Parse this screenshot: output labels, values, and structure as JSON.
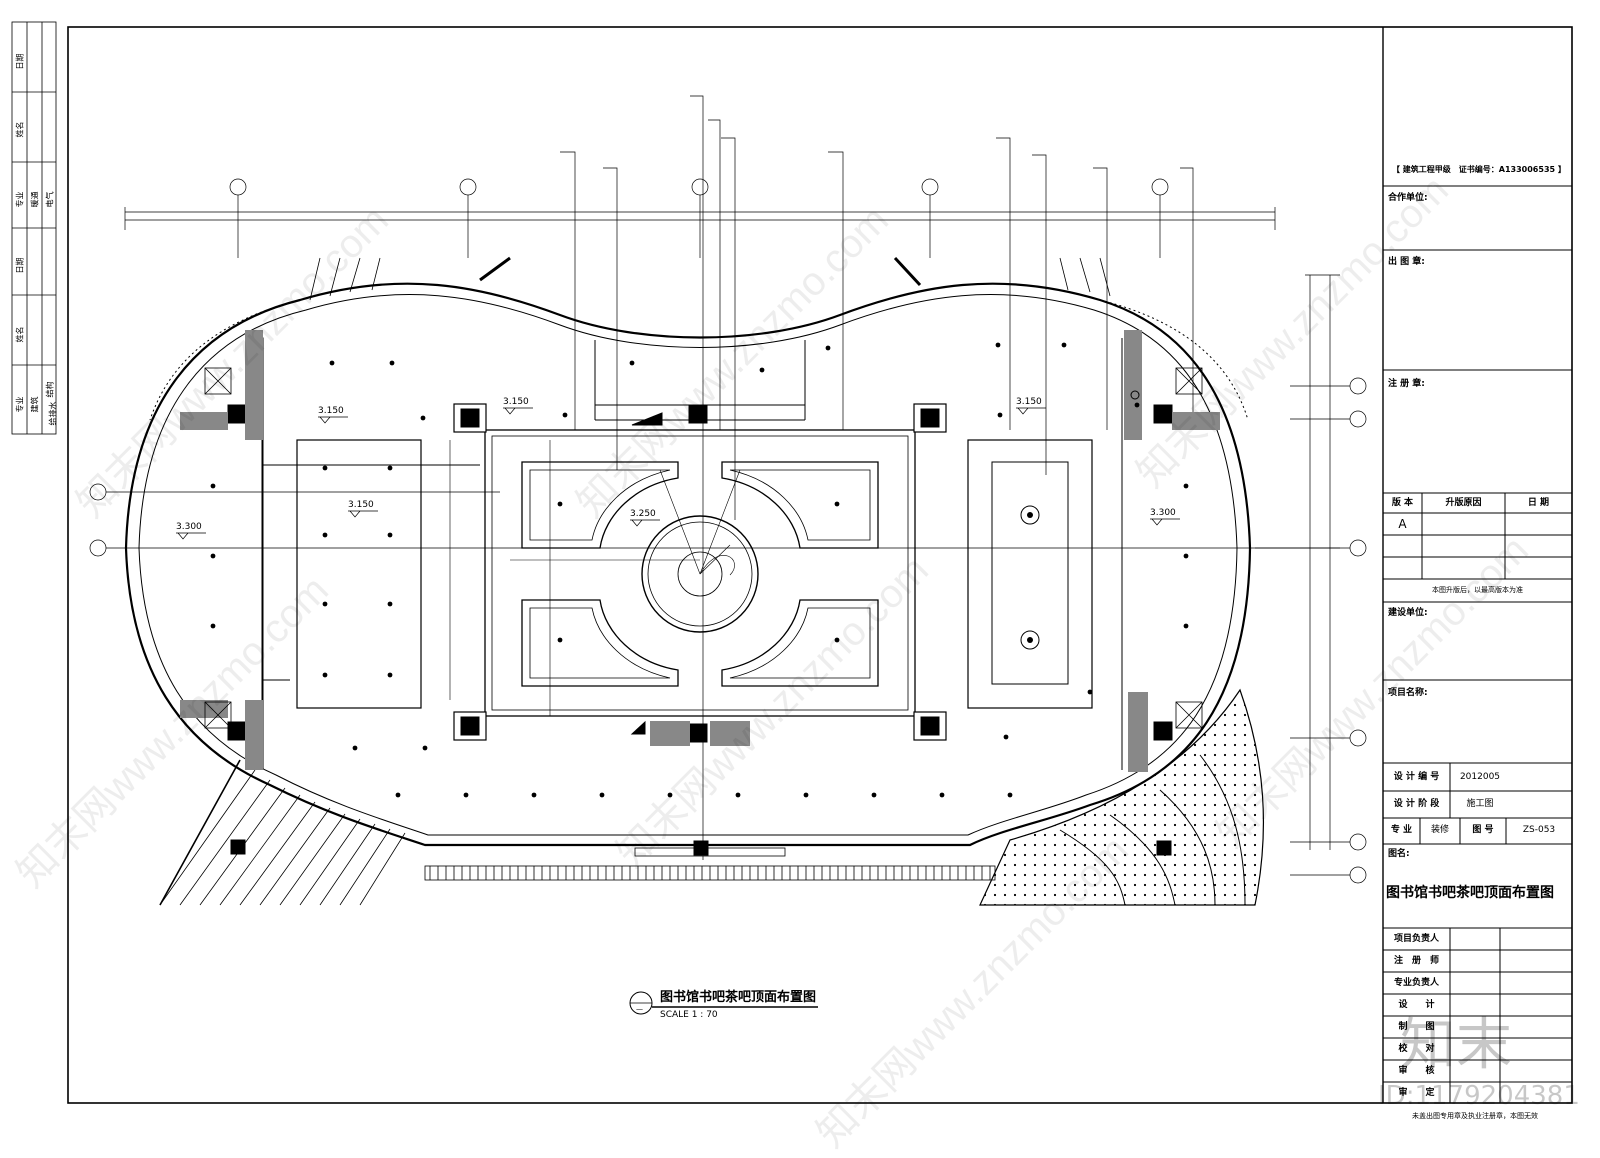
{
  "left_strip": {
    "cols_a": [
      "日期",
      "姓名",
      "专业",
      "暖通",
      "电气"
    ],
    "cols_b": [
      "日期",
      "姓名",
      "专业",
      "建筑",
      "结构",
      "给排水"
    ]
  },
  "plan": {
    "elevations": [
      "3.150",
      "3.150",
      "3.150",
      "3.150",
      "3.300",
      "3.300",
      "3.250"
    ],
    "title": "图书馆书吧茶吧顶面布置图",
    "scale": "SCALE 1 : 70",
    "bubble_label": "—"
  },
  "title_block": {
    "qualification": "【 建筑工程甲级　证书编号：A133006535 】",
    "partner_label": "合作单位:",
    "seal_label": "出 图 章:",
    "reg_label": "注 册 章:",
    "rev_headers": [
      "版 本",
      "升版原因",
      "日 期"
    ],
    "rev_value": "A",
    "rev_note": "本图升版后，以最高版本为准",
    "client_label": "建设单位:",
    "project_label": "项目名称:",
    "design_no_label": "设 计 编 号",
    "design_no": "2012005",
    "stage_label": "设 计 阶 段",
    "stage": "施工图",
    "discipline_label": "专 业",
    "discipline": "装修",
    "drawing_no_label": "图 号",
    "drawing_no": "ZS-053",
    "drawing_name_label": "图名:",
    "drawing_name": "图书馆书吧茶吧顶面布置图",
    "roles": [
      "项目负责人",
      "注　册　师",
      "专业负责人",
      "设　　计",
      "制　　图",
      "校　　对",
      "审　　核",
      "审　　定"
    ],
    "footer": "未盖出图专用章及执业注册章，本图无效"
  },
  "watermark": {
    "text": "知末网www.znzmo.com",
    "brand": "知末",
    "id": "ID:1179204381"
  }
}
